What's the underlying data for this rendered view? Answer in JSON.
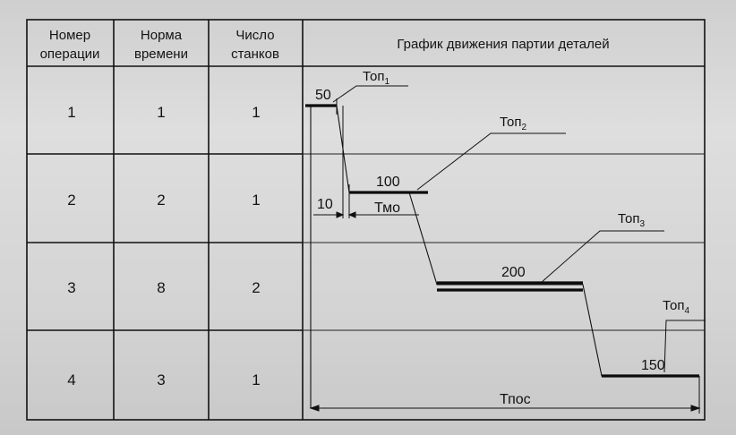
{
  "table": {
    "headers": [
      {
        "line1": "Номер",
        "line2": "операции"
      },
      {
        "line1": "Норма",
        "line2": "времени"
      },
      {
        "line1": "Число",
        "line2": "станков"
      }
    ],
    "chart_header": "График движения партии деталей",
    "rows": [
      {
        "op": "1",
        "norm": "1",
        "machines": "1"
      },
      {
        "op": "2",
        "norm": "2",
        "machines": "1"
      },
      {
        "op": "3",
        "norm": "8",
        "machines": "2"
      },
      {
        "op": "4",
        "norm": "3",
        "machines": "1"
      }
    ]
  },
  "graph": {
    "values": [
      {
        "label": "50"
      },
      {
        "label": "100"
      },
      {
        "label": "200"
      },
      {
        "label": "150"
      }
    ],
    "callouts": [
      {
        "main": "Топ",
        "sub": "1"
      },
      {
        "main": "Топ",
        "sub": "2"
      },
      {
        "main": "Топ",
        "sub": "3"
      },
      {
        "main": "Топ",
        "sub": "4"
      }
    ],
    "gap_label": "10",
    "tmo_label": "Тмо",
    "tpos_label": "Тпос"
  }
}
